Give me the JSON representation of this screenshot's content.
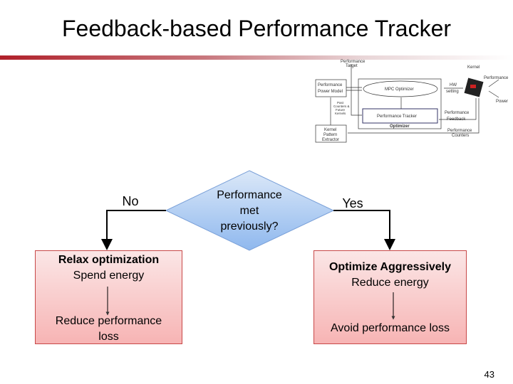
{
  "title": "Feedback-based Performance Tracker",
  "decision": {
    "line1": "Performance",
    "line2": "met",
    "line3": "previously?",
    "no": "No",
    "yes": "Yes"
  },
  "left_box": {
    "title": "Relax optimization",
    "subtitle": "Spend energy",
    "result_line1": "Reduce performance",
    "result_line2": "loss"
  },
  "right_box": {
    "title": "Optimize Aggressively",
    "subtitle": "Reduce energy",
    "result": "Avoid performance loss"
  },
  "mini_diagram": {
    "perf_target_1": "Performance",
    "perf_target_2": "Target",
    "kernel": "Kernel",
    "performance": "Performance",
    "power": "Power",
    "power_model_1": "Performance",
    "power_model_2": "Power Model",
    "mpc": "MPC Optimizer",
    "hw_1": "HW",
    "hw_2": "setting",
    "past_1": "Past",
    "past_2": "Counters &",
    "past_3": "Future",
    "past_4": "Kernels",
    "tracker": "Performance Tracker",
    "feedback_1": "Performance",
    "feedback_2": "Feedback",
    "optimizer": "Optimizer",
    "extractor_1": "Kernel",
    "extractor_2": "Pattern",
    "extractor_3": "Extractor",
    "counters_1": "Performance",
    "counters_2": "Counters"
  },
  "page_number": "43",
  "colors": {
    "accent": "#b0202a",
    "diamond": "#a8c8f0",
    "box": "#f7b4b4"
  }
}
